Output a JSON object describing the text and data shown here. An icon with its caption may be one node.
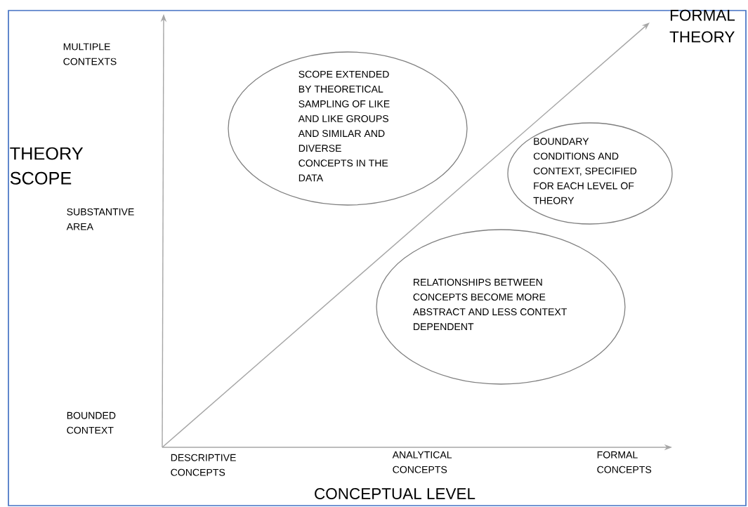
{
  "diagram": {
    "nodes": [
      {
        "text": [
          "SCOPE EXTENDED BY THEORETICAL SAMPLING OF LIKE AND LIKE GROUPS AND SIMILAR AND DIVERSE CONCEPTS IN THE DATA"
        ]
      },
      {
        "text": [
          "BOUNDARY CONDITIONS AND CONTEXT, SPECIFIED FOR EACH LEVEL OF THEORY"
        ]
      },
      {
        "text": [
          "RELATIONSHIPS BETWEEN CONCEPTS BECOME MORE ABSTRACT AND LESS CONTEXT DEPENDENT"
        ]
      }
    ],
    "labels": [
      "FORMAL THEORY",
      "MULTIPLE CONTEXTS",
      "THEORY SCOPE",
      "SUBSTANTIVE AREA",
      "BOUNDED CONTEXT",
      "DESCRIPTIVE CONCEPTS",
      "ANALYTICAL CONCEPTS",
      "FORMAL CONCEPTS",
      "CONCEPTUAL LEVEL"
    ]
  }
}
